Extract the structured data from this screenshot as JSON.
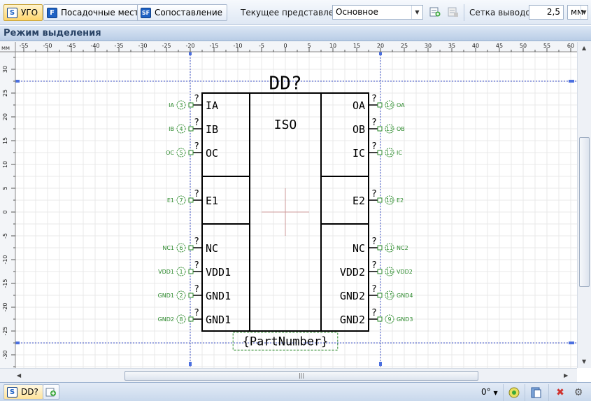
{
  "toolbar": {
    "ugo_label": "УГО",
    "ugo_icon": "S",
    "footprints_label": "Посадочные места",
    "footprints_icon": "F",
    "mapping_label": "Сопоставление",
    "mapping_icon": "SF",
    "view_label": "Текущее представление",
    "view_value": "Основное",
    "grid_label": "Сетка выводов",
    "grid_value": "2,5",
    "unit_value": "мм"
  },
  "mode_bar": {
    "title": "Режим выделения"
  },
  "ruler": {
    "unit": "мм",
    "x_ticks": [
      "-55",
      "-50",
      "-45",
      "-40",
      "-35",
      "-30",
      "-25",
      "-20",
      "-15",
      "-10",
      "-5",
      "0",
      "5",
      "10",
      "15",
      "20",
      "25",
      "30",
      "35",
      "40",
      "45",
      "50",
      "55",
      "60"
    ],
    "y_ticks": [
      "30",
      "25",
      "20",
      "15",
      "10",
      "5",
      "0",
      "-5",
      "-10",
      "-15",
      "-20",
      "-25",
      "-30"
    ]
  },
  "symbol": {
    "refdes": "DD?",
    "function": "ISO",
    "part_number": "{PartNumber}",
    "left_pins": [
      {
        "name": "IA",
        "num": "3",
        "net": "IA",
        "mark": "?"
      },
      {
        "name": "IB",
        "num": "4",
        "net": "IB",
        "mark": "?"
      },
      {
        "name": "OC",
        "num": "5",
        "net": "OC",
        "mark": "?"
      },
      {
        "name": "E1",
        "num": "7",
        "net": "E1",
        "mark": "?"
      },
      {
        "name": "NC",
        "num": "6",
        "net": "NC1",
        "mark": "?"
      },
      {
        "name": "VDD1",
        "num": "1",
        "net": "VDD1",
        "mark": "?"
      },
      {
        "name": "GND1",
        "num": "2",
        "net": "GND1",
        "mark": "?"
      },
      {
        "name": "GND1",
        "num": "8",
        "net": "GND2",
        "mark": "?"
      }
    ],
    "right_pins": [
      {
        "name": "OA",
        "num": "14",
        "net": "OA",
        "mark": "?"
      },
      {
        "name": "OB",
        "num": "13",
        "net": "OB",
        "mark": "?"
      },
      {
        "name": "IC",
        "num": "12",
        "net": "IC",
        "mark": "?"
      },
      {
        "name": "E2",
        "num": "10",
        "net": "E2",
        "mark": "?"
      },
      {
        "name": "NC",
        "num": "11",
        "net": "NC2",
        "mark": "?"
      },
      {
        "name": "VDD2",
        "num": "16",
        "net": "VDD2",
        "mark": "?"
      },
      {
        "name": "GND2",
        "num": "15",
        "net": "GND4",
        "mark": "?"
      },
      {
        "name": "GND2",
        "num": "9",
        "net": "GND3",
        "mark": "?"
      }
    ]
  },
  "bottom_bar": {
    "tab_label": "DD?",
    "tab_icon": "S",
    "rotation": "0°"
  },
  "colors": {
    "pin_green": "#2e8b2e",
    "grid": "#e8e8e8",
    "guide": "#3b4fc4"
  }
}
